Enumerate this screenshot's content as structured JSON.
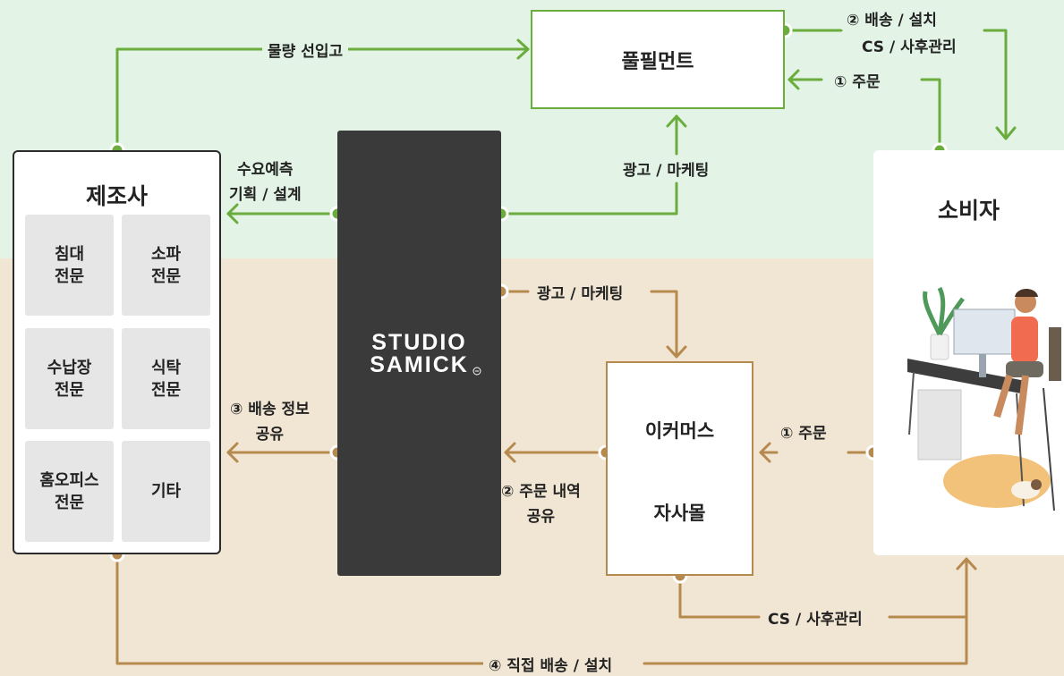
{
  "nodes": {
    "manufacturer": {
      "title": "제조사",
      "categories": [
        "침대\n전문",
        "소파\n전문",
        "수납장\n전문",
        "식탁\n전문",
        "홈오피스\n전문",
        "기타"
      ]
    },
    "studio": {
      "logo": "STUDIO\nSAMICK"
    },
    "fulfillment": {
      "title": "풀필먼트"
    },
    "ecommerce": {
      "line1": "이커머스",
      "line2": "자사몰"
    },
    "consumer": {
      "title": "소비자"
    }
  },
  "flows": {
    "bulk_stock": "물량 선입고",
    "delivery_install_top": "② 배송 / 설치",
    "cs_after_top": "CS / 사후관리",
    "order_top": "① 주문",
    "demand_forecast": "수요예측\n기획 / 설계",
    "ad_marketing_top": "광고 / 마케팅",
    "ad_marketing_bottom": "광고 / 마케팅",
    "share_delivery_info": "③ 배송 정보\n공유",
    "share_order_history": "② 주문 내역\n공유",
    "order_bottom": "① 주문",
    "cs_after_bottom": "CS / 사후관리",
    "direct_delivery": "④ 직접 배송 / 설치"
  },
  "colors": {
    "green": "#6aad3d",
    "brown": "#b68a4e",
    "bg_top": "#e3f4e7",
    "bg_bottom": "#f1e6d3",
    "dark": "#3a3a3a"
  }
}
